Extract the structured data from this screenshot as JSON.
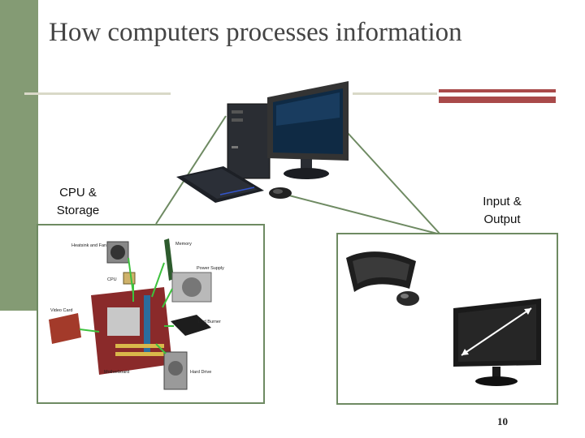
{
  "slide": {
    "title": "How computers processes information",
    "label_cpu_storage": "CPU & Storage",
    "label_input_output": "Input & Output",
    "page_number": "10"
  },
  "parts_labels": {
    "heatsink": "Heatsink and Fan",
    "memory": "Memory",
    "cpu": "CPU",
    "power_supply": "Power Supply",
    "video_card": "Video Card",
    "dvd_burner": "Dvd Burner",
    "motherboard": "Motherboard",
    "hard_drive": "Hard Drive"
  },
  "colors": {
    "accent_green": "#849b74",
    "accent_red": "#a94a4a",
    "box_border": "#6e8a62"
  }
}
